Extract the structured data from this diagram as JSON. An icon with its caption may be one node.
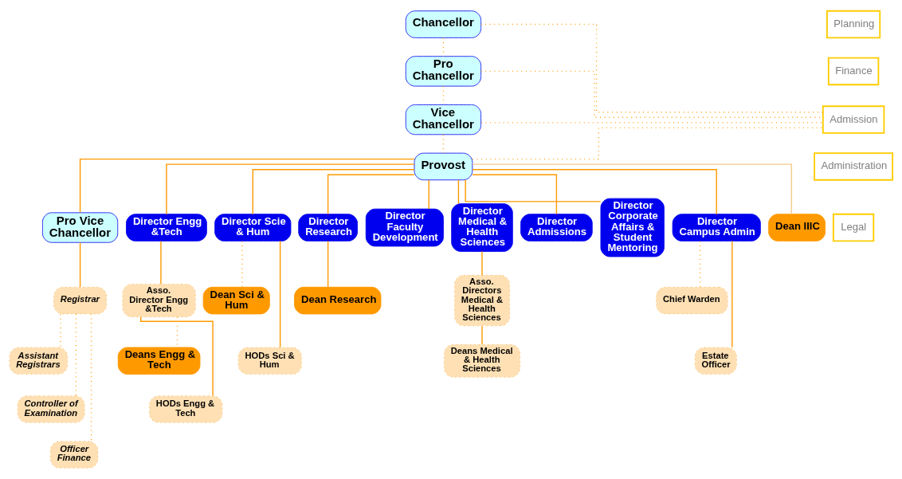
{
  "diagram": {
    "nodes": [
      {
        "text": [
          "Chancellor"
        ]
      },
      {
        "text": [
          "Pro Chancellor"
        ]
      },
      {
        "text": [
          "Vice Chancellor"
        ]
      },
      {
        "text": [
          "Provost"
        ]
      },
      {
        "text": [
          "Planning"
        ]
      },
      {
        "text": [
          "Finance"
        ]
      },
      {
        "text": [
          "Admission"
        ]
      },
      {
        "text": [
          "Administration"
        ]
      },
      {
        "text": [
          "Legal"
        ]
      },
      {
        "text": [
          "Pro Vice Chancellor"
        ]
      },
      {
        "text": [
          "Director Engg &Tech"
        ]
      },
      {
        "text": [
          "Director Scie & Hum"
        ]
      },
      {
        "text": [
          "Director Research"
        ]
      },
      {
        "text": [
          "Registrar"
        ]
      },
      {
        "text": [
          "Director Faculty Development"
        ]
      },
      {
        "text": [
          "Director Medical & Health Sciences"
        ]
      },
      {
        "text": [
          "Director Admissions"
        ]
      },
      {
        "text": [
          "Director Corporate Affairs & Student Mentoring"
        ]
      },
      {
        "text": [
          "Director Campus Admin"
        ]
      },
      {
        "text": [
          "Asso. Director Engg &Tech"
        ]
      },
      {
        "text": [
          "Dean Sci & Hum"
        ]
      },
      {
        "text": [
          "Dean Research"
        ]
      },
      {
        "text": [
          "Assistant Registrars"
        ]
      },
      {
        "text": [
          "Dean IIIC"
        ]
      },
      {
        "text": [
          "Asso. Directors Medical & Health Sciences"
        ]
      },
      {
        "text": [
          "Chief Warden"
        ]
      },
      {
        "text": [
          "Deans Engg & Tech"
        ]
      },
      {
        "text": [
          "HODs Sci & Hum"
        ]
      },
      {
        "text": [
          "Controller of Examination"
        ]
      },
      {
        "text": [
          "Estate Officer"
        ]
      },
      {
        "text": [
          "Deans Medical & Health Sciences"
        ]
      },
      {
        "text": [
          "Officer Finance"
        ]
      },
      {
        "text": [
          "HODs Engg & Tech"
        ]
      }
    ],
    "edges": [
      {
        "from": 0,
        "to": 1,
        "arrow": "none",
        "style": "dashed"
      },
      {
        "from": 1,
        "to": 2,
        "arrow": "none",
        "style": "dashed"
      },
      {
        "from": 2,
        "to": 3,
        "arrow": "none",
        "style": "dashed"
      },
      {
        "from": 0,
        "to": 6,
        "arrow": "none",
        "style": "dashed"
      },
      {
        "from": 1,
        "to": 6,
        "arrow": "none",
        "style": "dashed"
      },
      {
        "from": 2,
        "to": 6,
        "arrow": "none",
        "style": "dashed"
      },
      {
        "from": 3,
        "to": 6,
        "arrow": "none",
        "style": "dashed"
      },
      {
        "from": 3,
        "to": 10,
        "arrow": "none"
      },
      {
        "from": 3,
        "to": 11,
        "arrow": "none"
      },
      {
        "from": 3,
        "to": 12,
        "arrow": "none"
      },
      {
        "from": 3,
        "to": 9,
        "arrow": "none"
      },
      {
        "from": 3,
        "to": 14,
        "arrow": "none"
      },
      {
        "from": 3,
        "to": 15,
        "arrow": "none"
      },
      {
        "from": 3,
        "to": 16,
        "arrow": "none"
      },
      {
        "from": 3,
        "to": 23,
        "arrow": "none",
        "color": "#f7c98a"
      },
      {
        "from": 3,
        "to": 17,
        "arrow": "none"
      },
      {
        "from": 3,
        "to": 18,
        "arrow": "none"
      },
      {
        "from": 9,
        "to": 13,
        "arrow": "none"
      },
      {
        "from": 10,
        "to": 19,
        "arrow": "none"
      },
      {
        "from": 19,
        "to": 26,
        "arrow": "none",
        "style": "dashed"
      },
      {
        "from": 19,
        "to": 32,
        "arrow": "none"
      },
      {
        "from": 11,
        "to": 20,
        "arrow": "none",
        "style": "dashed"
      },
      {
        "from": 11,
        "to": 27,
        "arrow": "none"
      },
      {
        "from": 12,
        "to": 21,
        "arrow": "none"
      },
      {
        "from": 13,
        "to": 22,
        "arrow": "none",
        "style": "dashed"
      },
      {
        "from": 13,
        "to": 28,
        "arrow": "none",
        "style": "dashed"
      },
      {
        "from": 13,
        "to": 31,
        "arrow": "none",
        "style": "dashed"
      },
      {
        "from": 15,
        "to": 24,
        "arrow": "none"
      },
      {
        "from": 24,
        "to": 30,
        "arrow": "none"
      },
      {
        "from": 18,
        "to": 25,
        "arrow": "none",
        "style": "dashed"
      },
      {
        "from": 18,
        "to": 29,
        "arrow": "none"
      }
    ]
  }
}
